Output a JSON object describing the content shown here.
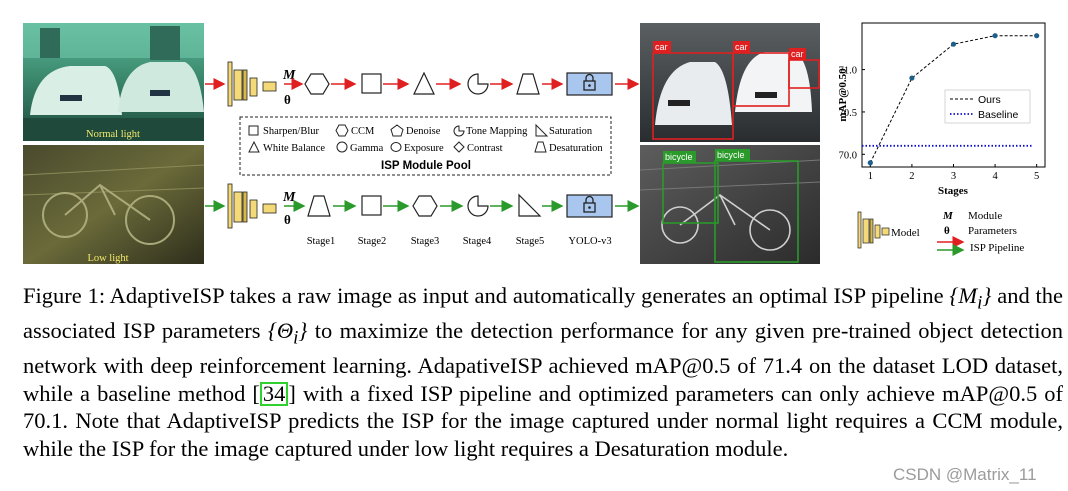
{
  "photos": {
    "normal_light_label": "Normal light",
    "low_light_label": "Low light"
  },
  "pipeline": {
    "param_m": "M",
    "param_theta": "θ",
    "stages": [
      "Stage1",
      "Stage2",
      "Stage3",
      "Stage4",
      "Stage5",
      "YOLO-v3"
    ]
  },
  "module_pool": {
    "title": "ISP Module Pool",
    "items": [
      {
        "icon": "square",
        "label": "Sharpen/Blur"
      },
      {
        "icon": "hexagon",
        "label": "CCM"
      },
      {
        "icon": "pentagon",
        "label": "Denoise"
      },
      {
        "icon": "pacman",
        "label": "Tone Mapping"
      },
      {
        "icon": "right-triangle",
        "label": "Saturation"
      },
      {
        "icon": "triangle",
        "label": "White Balance"
      },
      {
        "icon": "circle",
        "label": "Gamma"
      },
      {
        "icon": "oval",
        "label": "Exposure"
      },
      {
        "icon": "diamond",
        "label": "Contrast"
      },
      {
        "icon": "trapezoid",
        "label": "Desaturation"
      }
    ]
  },
  "detections": {
    "top": [
      "car",
      "car",
      "car"
    ],
    "bottom": [
      "bicycle",
      "bicycle"
    ]
  },
  "chart_data": {
    "type": "line",
    "xlabel": "Stages",
    "ylabel": "mAP@0.50",
    "x": [
      1,
      2,
      3,
      4,
      5
    ],
    "x_ticks": [
      "1",
      "2",
      "3",
      "4",
      "5"
    ],
    "y_ticks": [
      "70.0",
      "70.5",
      "71.0"
    ],
    "ylim": [
      69.85,
      71.55
    ],
    "series": [
      {
        "name": "Ours",
        "values": [
          69.9,
          70.9,
          71.3,
          71.4,
          71.4
        ],
        "style": "dashed",
        "color": "#000000",
        "marker_color": "#1f5f8b"
      },
      {
        "name": "Baseline",
        "values": [
          70.1,
          70.1,
          70.1,
          70.1,
          70.1
        ],
        "style": "dotted",
        "color": "#1010c8"
      }
    ],
    "legend_position": "center-right",
    "grid": false
  },
  "legend": {
    "model_label": "Model",
    "m_symbol": "M",
    "m_label_line1": "Module",
    "theta_symbol": "θ",
    "m_label_line2": "Parameters",
    "pipeline_label": "ISP Pipeline"
  },
  "caption": {
    "fig": "Figure 1:",
    "p1": "AdaptiveISP takes a raw image as input and automatically generates an optimal ISP pipeline",
    "m_set": "{M",
    "m_sub": "i",
    "m_close": "}",
    "p2": "and the associated ISP parameters",
    "t_set": "{Θ",
    "t_sub": "i",
    "t_close": "}",
    "p3": "to maximize the detection performance for any given pre-trained object detection network with deep reinforcement learning.  AdapativeISP achieved mAP@0.5 of 71.4 on the dataset LOD dataset, while a baseline method",
    "ref": "34",
    "p4": "with a fixed ISP pipeline and optimized parameters can only achieve mAP@0.5 of 70.1. Note that AdaptiveISP predicts the ISP for the image captured under normal light requires a CCM module, while the ISP for the image captured under low light requires a Desaturation module."
  },
  "watermark": "CSDN @Matrix_11"
}
